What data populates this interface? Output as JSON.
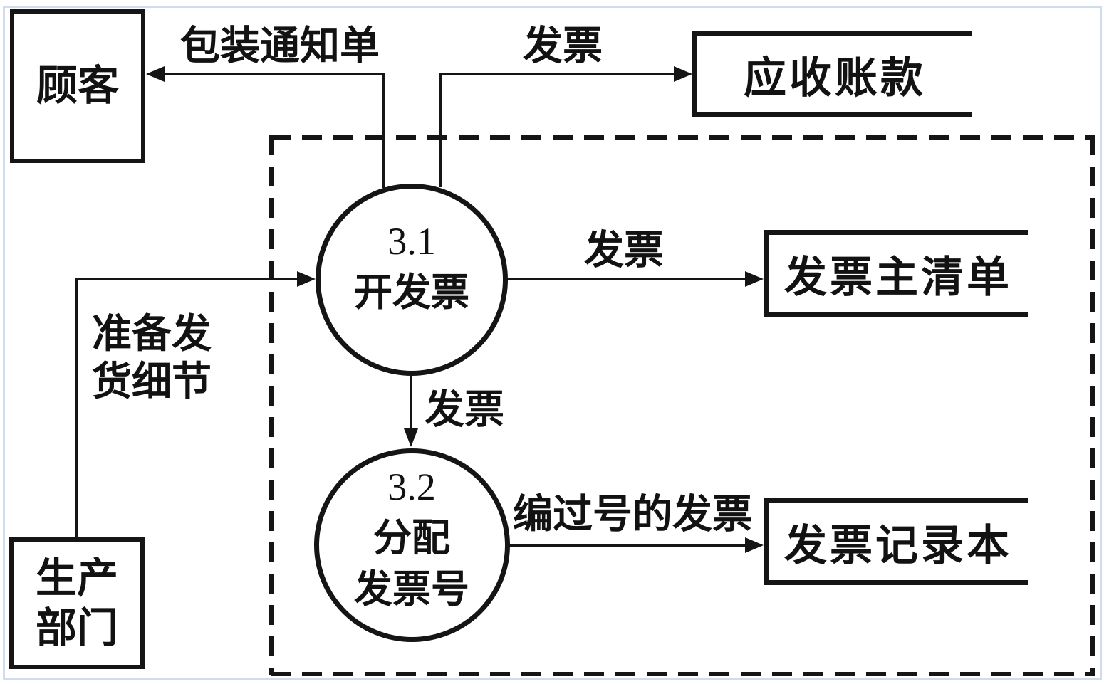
{
  "colors": {
    "line": "#151515",
    "frame": "#cfdbee",
    "background": "#ffffff"
  },
  "entities": {
    "customer": {
      "label": "顾客"
    },
    "production": {
      "line1": "生产",
      "line2": "部门"
    }
  },
  "processes": {
    "p31": {
      "number": "3.1",
      "name": "开发票"
    },
    "p32": {
      "number": "3.2",
      "name_line1": "分配",
      "name_line2": "发票号"
    }
  },
  "stores": {
    "accounts_receivable": {
      "label": "应收账款"
    },
    "invoice_master_list": {
      "label": "发票主清单"
    },
    "invoice_record_book": {
      "label": "发票记录本"
    }
  },
  "flows": {
    "packing_notice": {
      "label": "包装通知单"
    },
    "invoice_to_accounts_receivable": {
      "label": "发票"
    },
    "invoice_to_master_list": {
      "label": "发票"
    },
    "prepare_shipping_details": {
      "line1": "准备发",
      "line2": "货细节"
    },
    "invoice_p31_to_p32": {
      "label": "发票"
    },
    "numbered_invoice": {
      "label": "编过号的发票"
    }
  }
}
